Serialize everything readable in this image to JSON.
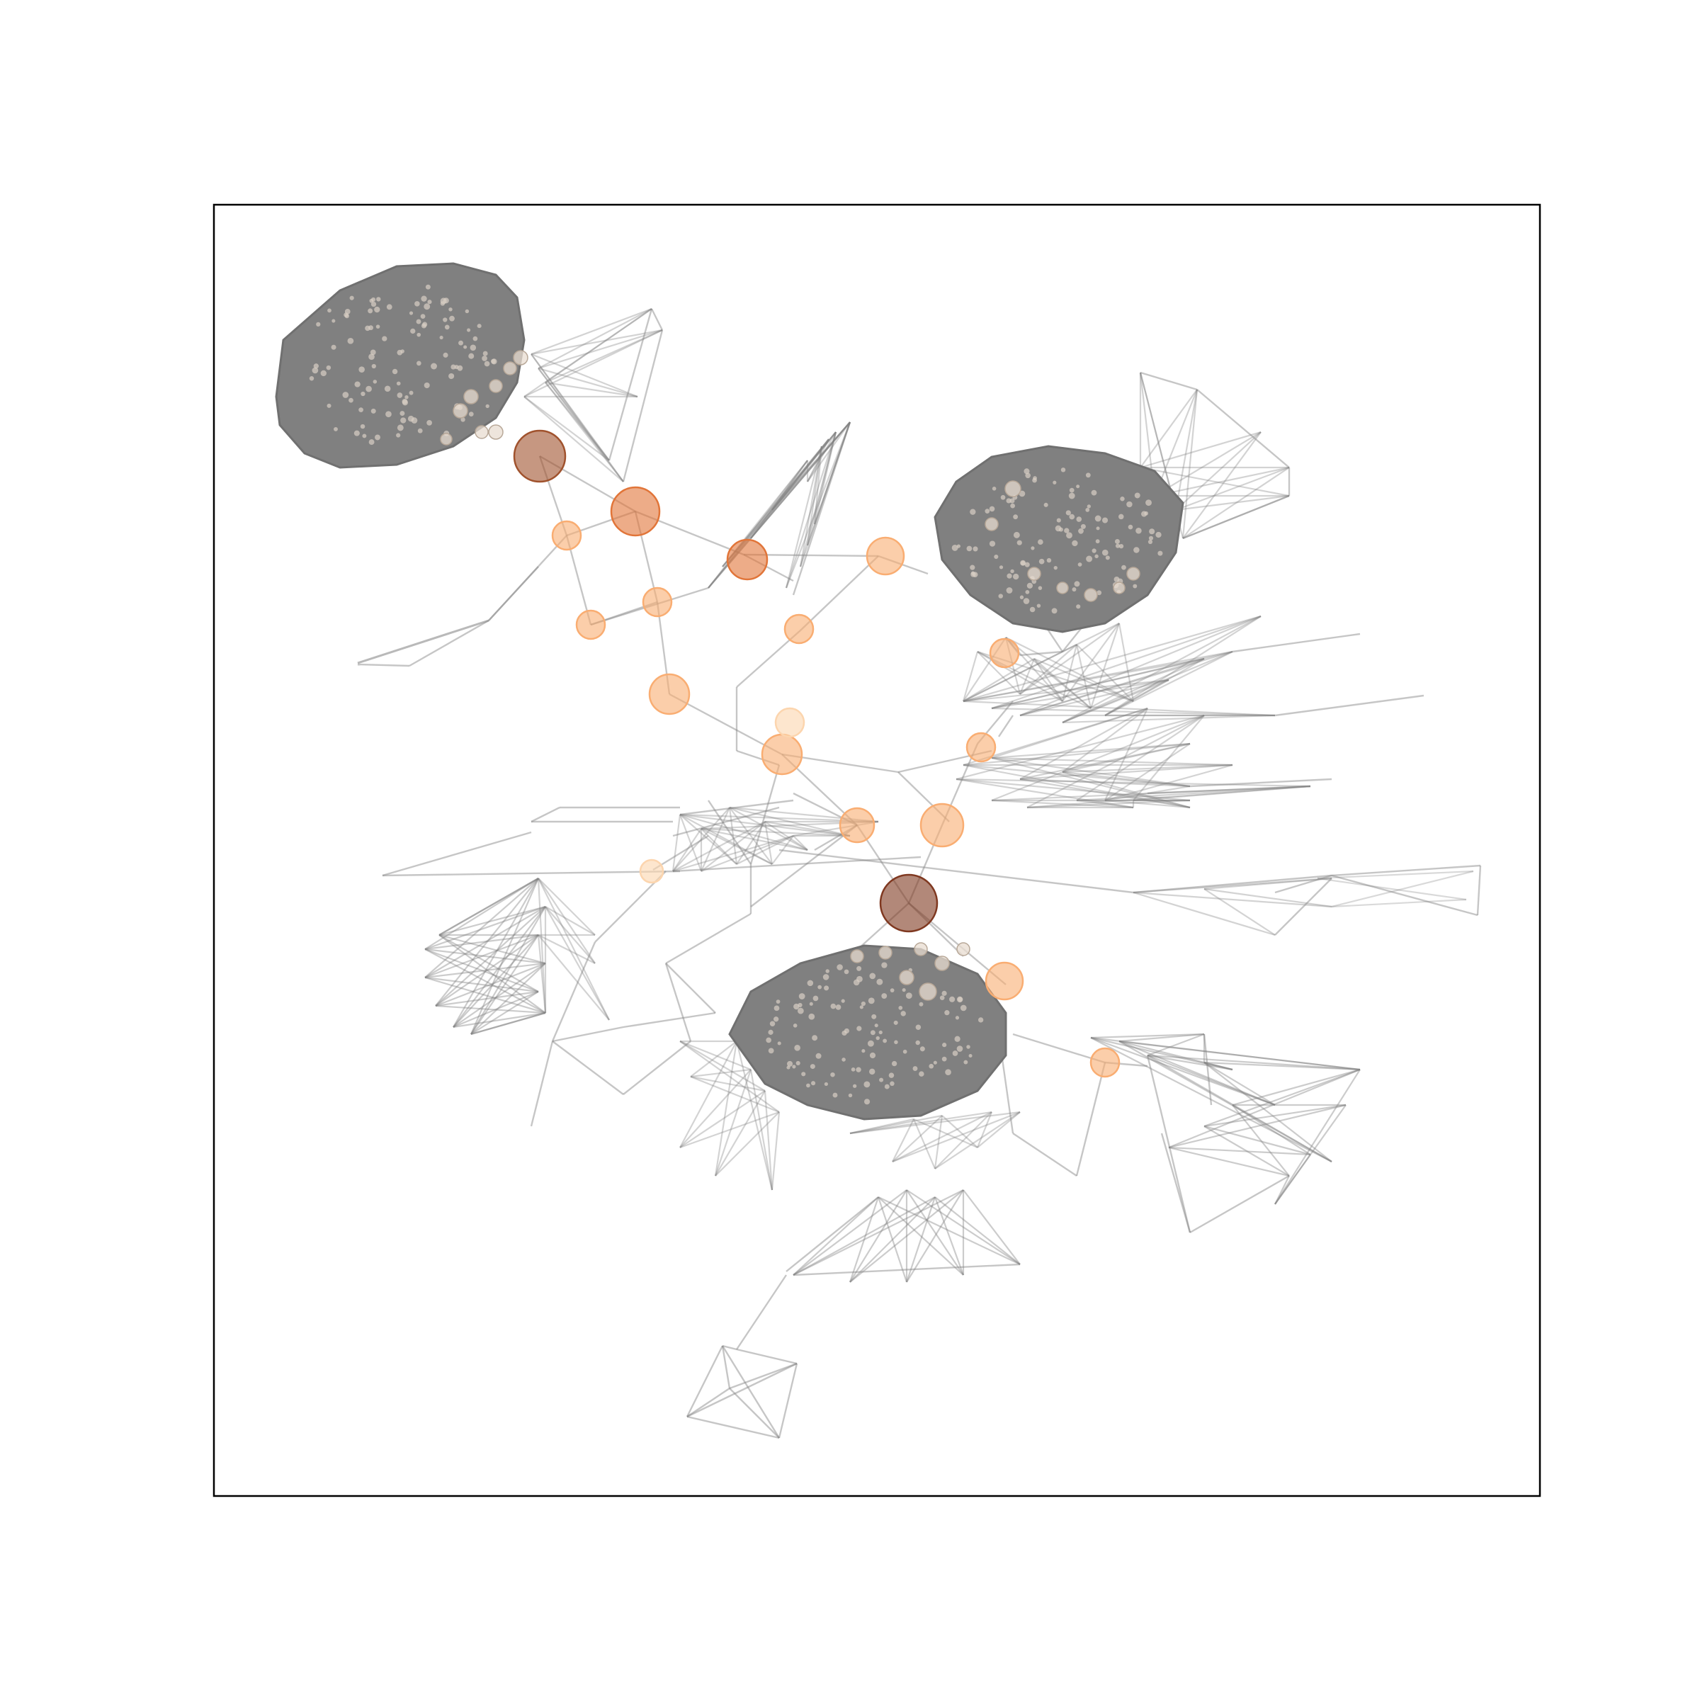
{
  "figure": {
    "type": "network-graph",
    "title": "",
    "frame": "boxed, no ticks",
    "edge_color": "#808080",
    "node_colormap": [
      "#fdf0e2",
      "#fcd5ae",
      "#f9ad72",
      "#e17539",
      "#a0522d",
      "#7f3820"
    ],
    "dense_cluster_color": "#808080",
    "legend": "none",
    "annotations": []
  },
  "chart_data": {
    "type": "network",
    "nodes_with_importance": [
      {
        "id": "n1",
        "importance": 0.8
      },
      {
        "id": "n2",
        "importance": 0.65
      },
      {
        "id": "n3",
        "importance": 0.95
      },
      {
        "id": "n4",
        "importance": 0.45
      },
      {
        "id": "n5",
        "importance": 0.45
      },
      {
        "id": "n6",
        "importance": 0.45
      },
      {
        "id": "n7",
        "importance": 0.5
      },
      {
        "id": "n8",
        "importance": 0.35
      },
      {
        "id": "n9",
        "importance": 0.45
      },
      {
        "id": "n10",
        "importance": 0.35
      },
      {
        "id": "n11",
        "importance": 0.3
      },
      {
        "id": "n12",
        "importance": 0.3
      },
      {
        "id": "n13",
        "importance": 0.3
      },
      {
        "id": "n14",
        "importance": 0.3
      },
      {
        "id": "n15",
        "importance": 0.25
      },
      {
        "id": "n16",
        "importance": 0.3
      },
      {
        "id": "n17",
        "importance": 0.3
      },
      {
        "id": "n18",
        "importance": 0.3
      },
      {
        "id": "n19",
        "importance": 0.25
      }
    ]
  }
}
